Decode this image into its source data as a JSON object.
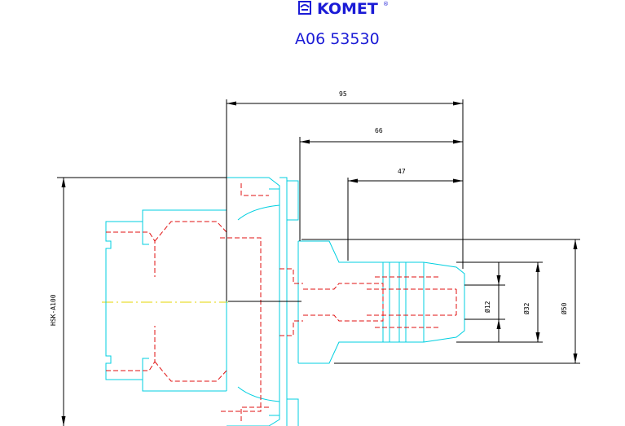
{
  "header": {
    "brand": "KOMET",
    "brand_mark": "®",
    "brand_icon": "komet-logo-icon",
    "part_number": "A06 53530",
    "brand_color": "#1b1bd6"
  },
  "dimensions": {
    "overall_length": "95",
    "mid_length": "66",
    "short_length": "47",
    "shank_label": "HSK-A100",
    "bore_12": "Ø12",
    "diameter_32": "Ø32",
    "diameter_50": "Ø50"
  },
  "colors": {
    "outline": "#00cfe0",
    "hidden": "#e01010",
    "dimension": "#000000",
    "centerline": "#e6d400"
  }
}
